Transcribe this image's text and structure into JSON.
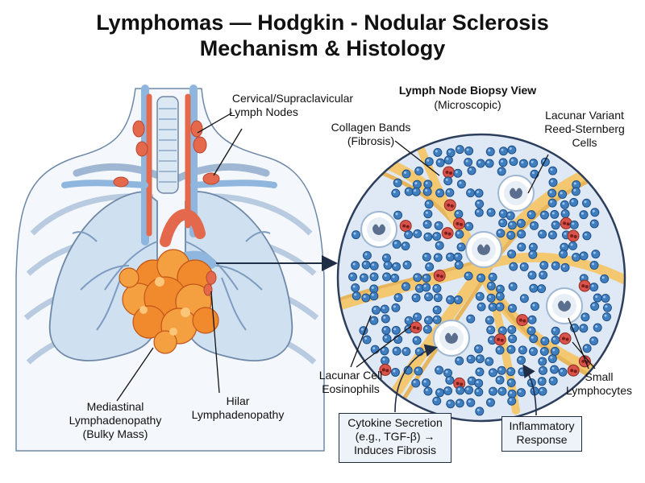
{
  "title": {
    "line1": "Lymphomas — Hodgkin - Nodular Sclerosis",
    "line2": "Mechanism & Histology"
  },
  "labels": {
    "cervical": {
      "line1": "Cervical/Supraclavicular",
      "line2": "Lymph Nodes"
    },
    "biopsy": {
      "line1": "Lymph Node Biopsy View",
      "line2": "(Microscopic)"
    },
    "collagen": {
      "line1": "Collagen Bands",
      "line2": "(Fibrosis)"
    },
    "lacunar_rs": {
      "line1": "Lacunar Variant",
      "line2": "Reed-Sternberg",
      "line3": "Cells"
    },
    "mediastinal": {
      "line1": "Mediastinal",
      "line2": "Lymphadenopathy",
      "line3": "(Bulky Mass)"
    },
    "hilar": {
      "line1": "Hilar",
      "line2": "Lymphadenopathy"
    },
    "lacunar_eos": {
      "line1": "Lacunar Cell",
      "line2": "Eosinophils"
    },
    "small_lymph": {
      "line1": "Small",
      "line2": "Lymphocytes"
    }
  },
  "boxes": {
    "cytokine": {
      "line1": "Cytokine Secretion",
      "line2": "(e.g., TGF-β) →",
      "line3": "Induces Fibrosis"
    },
    "inflammatory": {
      "line1": "Inflammatory",
      "line2": "Response"
    }
  },
  "colors": {
    "lung": "#cfe0f0",
    "vessel_blue": "#8fb6de",
    "vessel_red": "#e4684c",
    "mass": "#f08a2c",
    "collagen": "#f6d58a",
    "lymphocyte": "#3f7fc0",
    "eosinophil": "#d9534a",
    "tissue_bg": "#dfe9f5"
  }
}
